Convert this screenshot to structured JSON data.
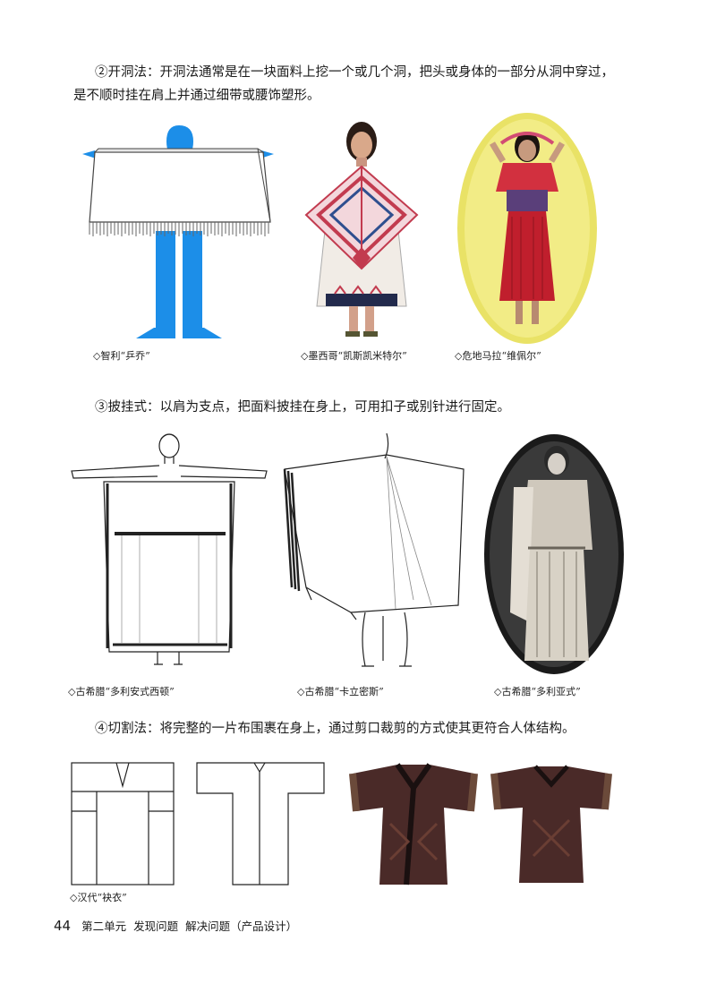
{
  "sections": {
    "kaidong": {
      "heading": "②开洞法：",
      "text_line1": "开洞法通常是在一块面料上挖一个或几个洞，把头或身体的一部分从洞中穿过，",
      "text_line2": "是不顺时挂在肩上并通过细带或腰饰塑形。",
      "captions": [
        "◇智利“乒乔”",
        "◇墨西哥“凯斯凯米特尔”",
        "◇危地马拉“维佩尔”"
      ]
    },
    "pigua": {
      "heading": "③披挂式：",
      "text_line1": "以肩为支点，把面料披挂在身上，可用扣子或别针进行固定。",
      "captions": [
        "◇古希腊“多利安式西顿”",
        "◇古希腊“卡立密斯”",
        "◇古希腊“多利亚式”"
      ]
    },
    "qiege": {
      "heading": "④切割法：",
      "text_line1": "将完整的一片布围裹在身上，通过剪口裁剪的方式使其更符合人体结构。",
      "captions": [
        "◇汉代“袂衣”"
      ]
    }
  },
  "footer": {
    "page_number": "44",
    "unit": "第二单元",
    "title1": "发现问题",
    "title2": "解决问题（产品设计）"
  },
  "colors": {
    "figure_blue": "#1c8ee8",
    "poncho_red": "#c23b4f",
    "dress_red": "#c01f2d",
    "robe_brown": "#4a2a28"
  }
}
